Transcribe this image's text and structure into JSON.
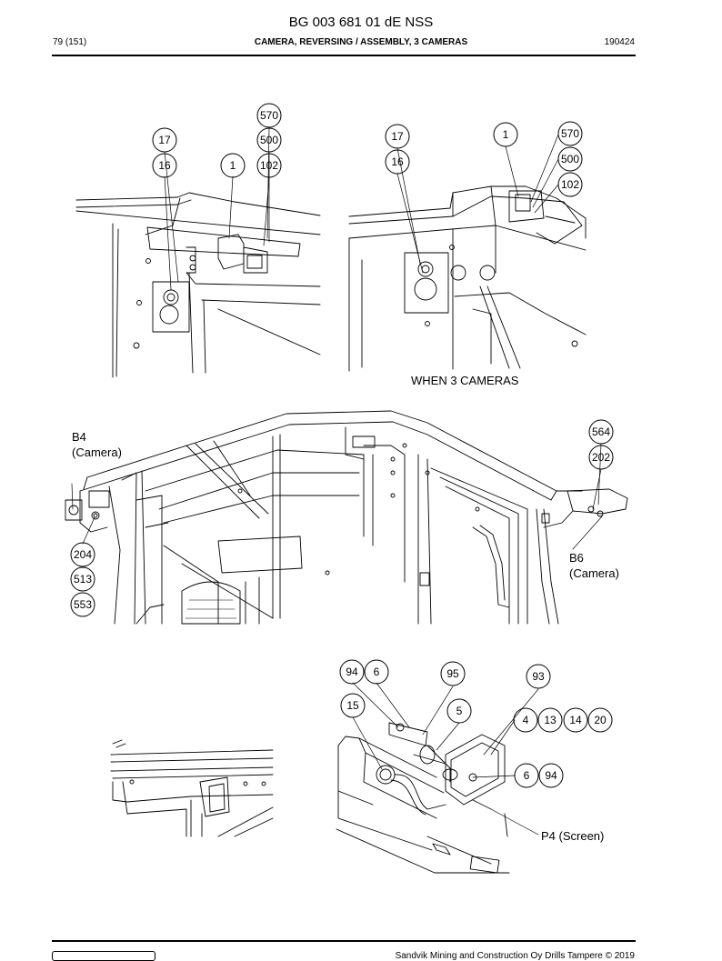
{
  "header": {
    "doc_title": "BG 003 681 01 dE NSS",
    "page": "79 (151)",
    "section": "CAMERA, REVERSING / ASSEMBLY, 3 CAMERAS",
    "code": "190424"
  },
  "labels": {
    "when_3_cameras": "WHEN 3 CAMERAS",
    "b4_code": "B4",
    "b4_desc": "(Camera)",
    "b6_code": "B6",
    "b6_desc": "(Camera)",
    "p4": "P4 (Screen)"
  },
  "callouts": {
    "v1_570": "570",
    "v1_500": "500",
    "v1_102": "102",
    "v1_17": "17",
    "v1_16": "16",
    "v1_1": "1",
    "v2_17": "17",
    "v2_16": "16",
    "v2_1": "1",
    "v2_570": "570",
    "v2_500": "500",
    "v2_102": "102",
    "v3_564": "564",
    "v3_202": "202",
    "v3_204": "204",
    "v3_513": "513",
    "v3_553": "553",
    "v4_94a": "94",
    "v4_6a": "6",
    "v4_95": "95",
    "v4_93": "93",
    "v4_15": "15",
    "v4_5": "5",
    "v4_4": "4",
    "v4_13": "13",
    "v4_14": "14",
    "v4_20": "20",
    "v4_6b": "6",
    "v4_94b": "94"
  },
  "footer": {
    "copyright": "Sandvik Mining and Construction Oy Drills Tampere © 2019"
  }
}
